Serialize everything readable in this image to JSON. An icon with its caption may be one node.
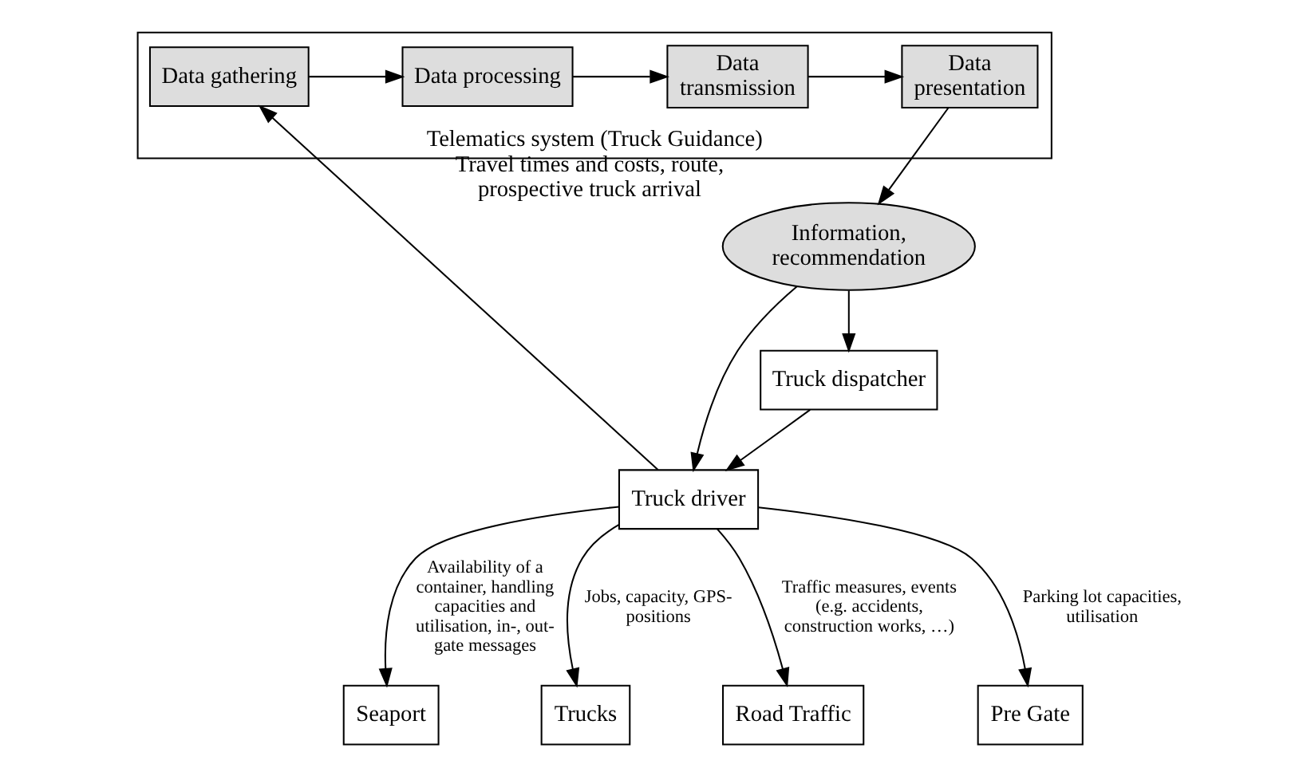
{
  "diagram": {
    "nodes": [
      {
        "text": [
          "Seaport"
        ]
      },
      {
        "text": [
          "Trucks"
        ]
      },
      {
        "text": [
          "Road Traffic"
        ]
      },
      {
        "text": [
          "Pre Gate"
        ]
      },
      {
        "text": [
          "Telematics system (Truck Guidance)"
        ]
      },
      {
        "text": [
          "Data gathering"
        ],
        "in": 4
      },
      {
        "text": [
          "Data processing"
        ],
        "in": 4
      },
      {
        "text": [
          "Data transmission"
        ],
        "in": 4
      },
      {
        "text": [
          "Data presentation"
        ],
        "in": 4
      },
      {
        "text": [
          "Truck dispatcher"
        ]
      },
      {
        "text": [
          "Information, recommendation"
        ],
        "beside": [
          "Travel times and costs, route, prospective truck arrival"
        ]
      },
      {
        "text": [
          "Truck driver"
        ]
      }
    ],
    "edges": [
      {
        "from": 5,
        "to": 6,
        "arrow": "to"
      },
      {
        "from": 6,
        "to": 7,
        "arrow": "to"
      },
      {
        "from": 7,
        "to": 8,
        "arrow": "to"
      },
      {
        "from": 8,
        "to": 10,
        "arrow": "to"
      },
      {
        "from": 10,
        "to": 9,
        "arrow": "to"
      },
      {
        "from": 10,
        "to": 11,
        "arrow": "to"
      },
      {
        "from": 9,
        "to": 11,
        "arrow": "to"
      },
      {
        "from": 11,
        "to": 0,
        "arrow": "to",
        "label": "Availability of a container, handling capacities and utilisation, in-, out-gate messages"
      },
      {
        "from": 11,
        "to": 1,
        "arrow": "to",
        "label": "Jobs, capacity, GPS-positions"
      },
      {
        "from": 11,
        "to": 2,
        "arrow": "to",
        "label": "Traffic measures, events (e.g. accidents, construction works, …)"
      },
      {
        "from": 11,
        "to": 3,
        "arrow": "to",
        "label": "Parking lot capacities, utilisation"
      },
      {
        "from": 11,
        "to": 5,
        "arrow": "to"
      }
    ]
  }
}
